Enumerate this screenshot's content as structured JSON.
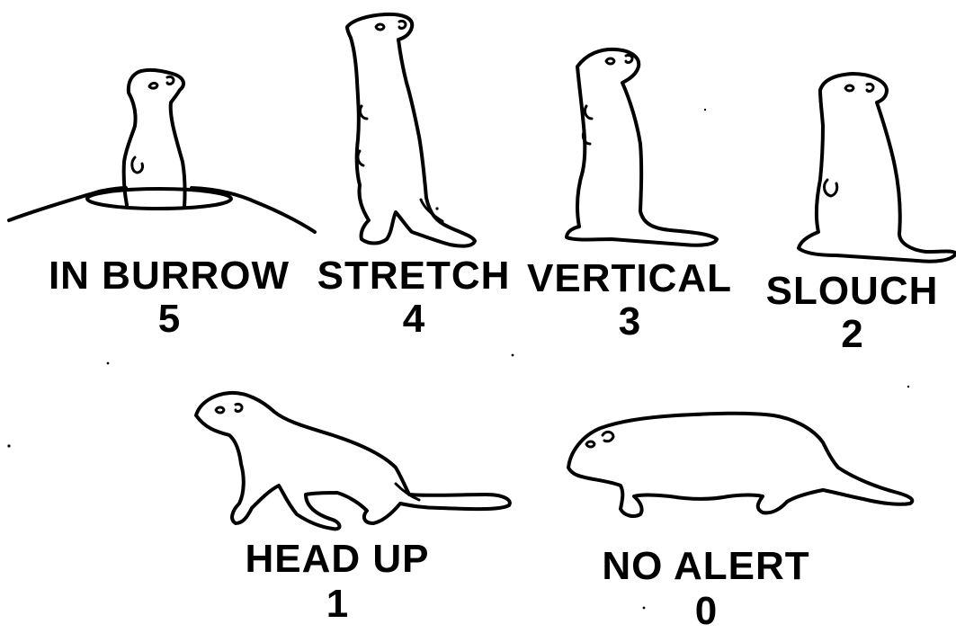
{
  "postures": [
    {
      "name": "IN BURROW",
      "score": "5"
    },
    {
      "name": "STRETCH",
      "score": "4"
    },
    {
      "name": "VERTICAL",
      "score": "3"
    },
    {
      "name": "SLOUCH",
      "score": "2"
    },
    {
      "name": "HEAD UP",
      "score": "1"
    },
    {
      "name": "NO ALERT",
      "score": "0"
    }
  ]
}
